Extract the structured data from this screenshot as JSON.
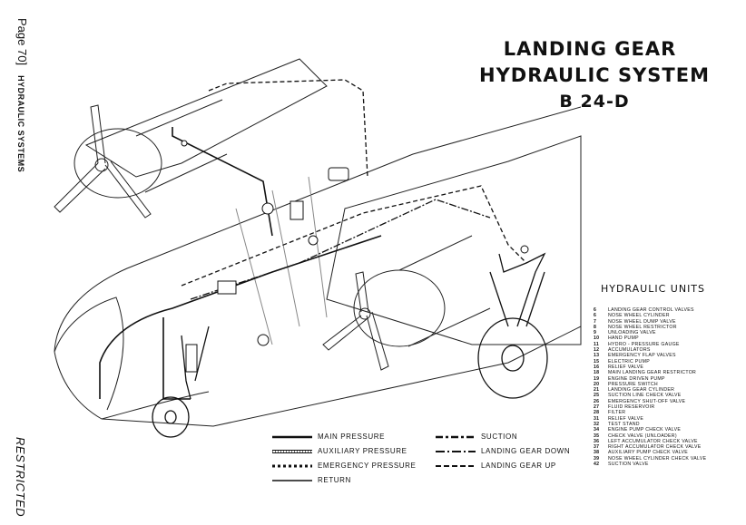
{
  "header": {
    "page": "Page 70]",
    "section": "HYDRAULIC SYSTEMS"
  },
  "footer": {
    "restricted": "RESTRICTED"
  },
  "title": {
    "line1": "LANDING GEAR",
    "line2": "HYDRAULIC SYSTEM",
    "line3": "B 24-D"
  },
  "units": {
    "heading": "HYDRAULIC UNITS",
    "items": [
      {
        "num": "6",
        "label": "LANDING GEAR CONTROL VALVES"
      },
      {
        "num": "6",
        "label": "NOSE WHEEL CYLINDER"
      },
      {
        "num": "7",
        "label": "NOSE WHEEL DUMP VALVE"
      },
      {
        "num": "8",
        "label": "NOSE WHEEL RESTRICTOR"
      },
      {
        "num": "9",
        "label": "UNLOADING VALVE"
      },
      {
        "num": "10",
        "label": "HAND PUMP"
      },
      {
        "num": "11",
        "label": "HYDRO - PRESSURE GAUGE"
      },
      {
        "num": "12",
        "label": "ACCUMULATORS"
      },
      {
        "num": "13",
        "label": "EMERGENCY FLAP VALVES"
      },
      {
        "num": "15",
        "label": "ELECTRIC PUMP"
      },
      {
        "num": "16",
        "label": "RELIEF VALVE"
      },
      {
        "num": "18",
        "label": "MAIN LANDING GEAR RESTRICTOR"
      },
      {
        "num": "19",
        "label": "ENGINE DRIVEN PUMP"
      },
      {
        "num": "20",
        "label": "PRESSURE SWITCH"
      },
      {
        "num": "21",
        "label": "LANDING GEAR CYLINDER"
      },
      {
        "num": "25",
        "label": "SUCTION LINE CHECK VALVE"
      },
      {
        "num": "26",
        "label": "EMERGENCY SHUT-OFF VALVE"
      },
      {
        "num": "27",
        "label": "FLUID RESERVOIR"
      },
      {
        "num": "28",
        "label": "FILTER"
      },
      {
        "num": "31",
        "label": "RELIEF VALVE"
      },
      {
        "num": "32",
        "label": "TEST STAND"
      },
      {
        "num": "34",
        "label": "ENGINE PUMP CHECK VALVE"
      },
      {
        "num": "35",
        "label": "CHECK VALVE (UNLOADER)"
      },
      {
        "num": "36",
        "label": "LEFT ACCUMULATOR CHECK VALVE"
      },
      {
        "num": "37",
        "label": "RIGHT ACCUMULATOR CHECK VALVE"
      },
      {
        "num": "38",
        "label": "AUXILIARY PUMP CHECK VALVE"
      },
      {
        "num": "39",
        "label": "NOSE WHEEL CYLINDER CHECK VALVE"
      },
      {
        "num": "42",
        "label": "SUCTION VALVE"
      }
    ]
  },
  "legend": {
    "main_pressure": "MAIN PRESSURE",
    "auxiliary_pressure": "AUXILIARY PRESSURE",
    "emergency_pressure": "EMERGENCY PRESSURE",
    "return": "RETURN",
    "suction": "SUCTION",
    "landing_gear_down": "LANDING GEAR DOWN",
    "landing_gear_up": "LANDING GEAR UP"
  },
  "colors": {
    "ink": "#111111",
    "paper": "#ffffff"
  }
}
